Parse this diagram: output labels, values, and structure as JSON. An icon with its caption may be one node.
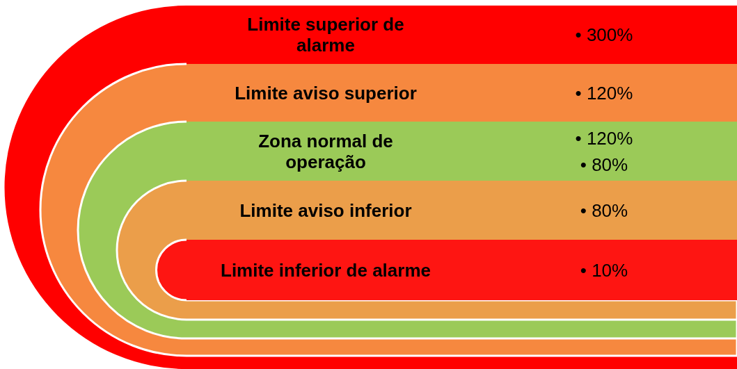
{
  "diagram": {
    "nodes": [
      {
        "text": [
          "Limite superior de alarme",
          "• 300%"
        ]
      },
      {
        "text": [
          "Limite aviso superior",
          "• 120%"
        ]
      },
      {
        "text": [
          "Zona normal de operação",
          "• 120%",
          "• 80%"
        ]
      },
      {
        "text": [
          "Limite aviso inferior",
          "• 80%"
        ]
      },
      {
        "text": [
          "Limite inferior de alarme",
          "• 10%"
        ]
      }
    ]
  }
}
